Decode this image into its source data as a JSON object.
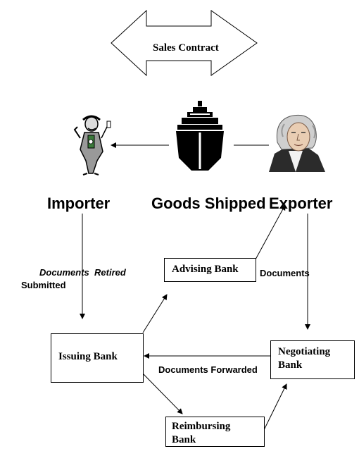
{
  "contract": {
    "label": "Sales Contract"
  },
  "parties": {
    "importer": "Importer",
    "goods": "Goods Shipped",
    "exporter": "Exporter"
  },
  "banks": {
    "advising": "Advising Bank",
    "issuing": "Issuing Bank",
    "negotiating_line1": "Negotiating",
    "negotiating_line2": "Bank",
    "reimbursing_line1": "Reimbursing",
    "reimbursing_line2": "Bank"
  },
  "flows": {
    "documents_retired": "Documents  Retired",
    "submitted": "Submitted",
    "documents": "Documents",
    "documents_forwarded": "Documents Forwarded"
  },
  "icons": [
    "double-arrow-icon",
    "importer-figure-icon",
    "ship-icon",
    "exporter-portrait-icon"
  ]
}
